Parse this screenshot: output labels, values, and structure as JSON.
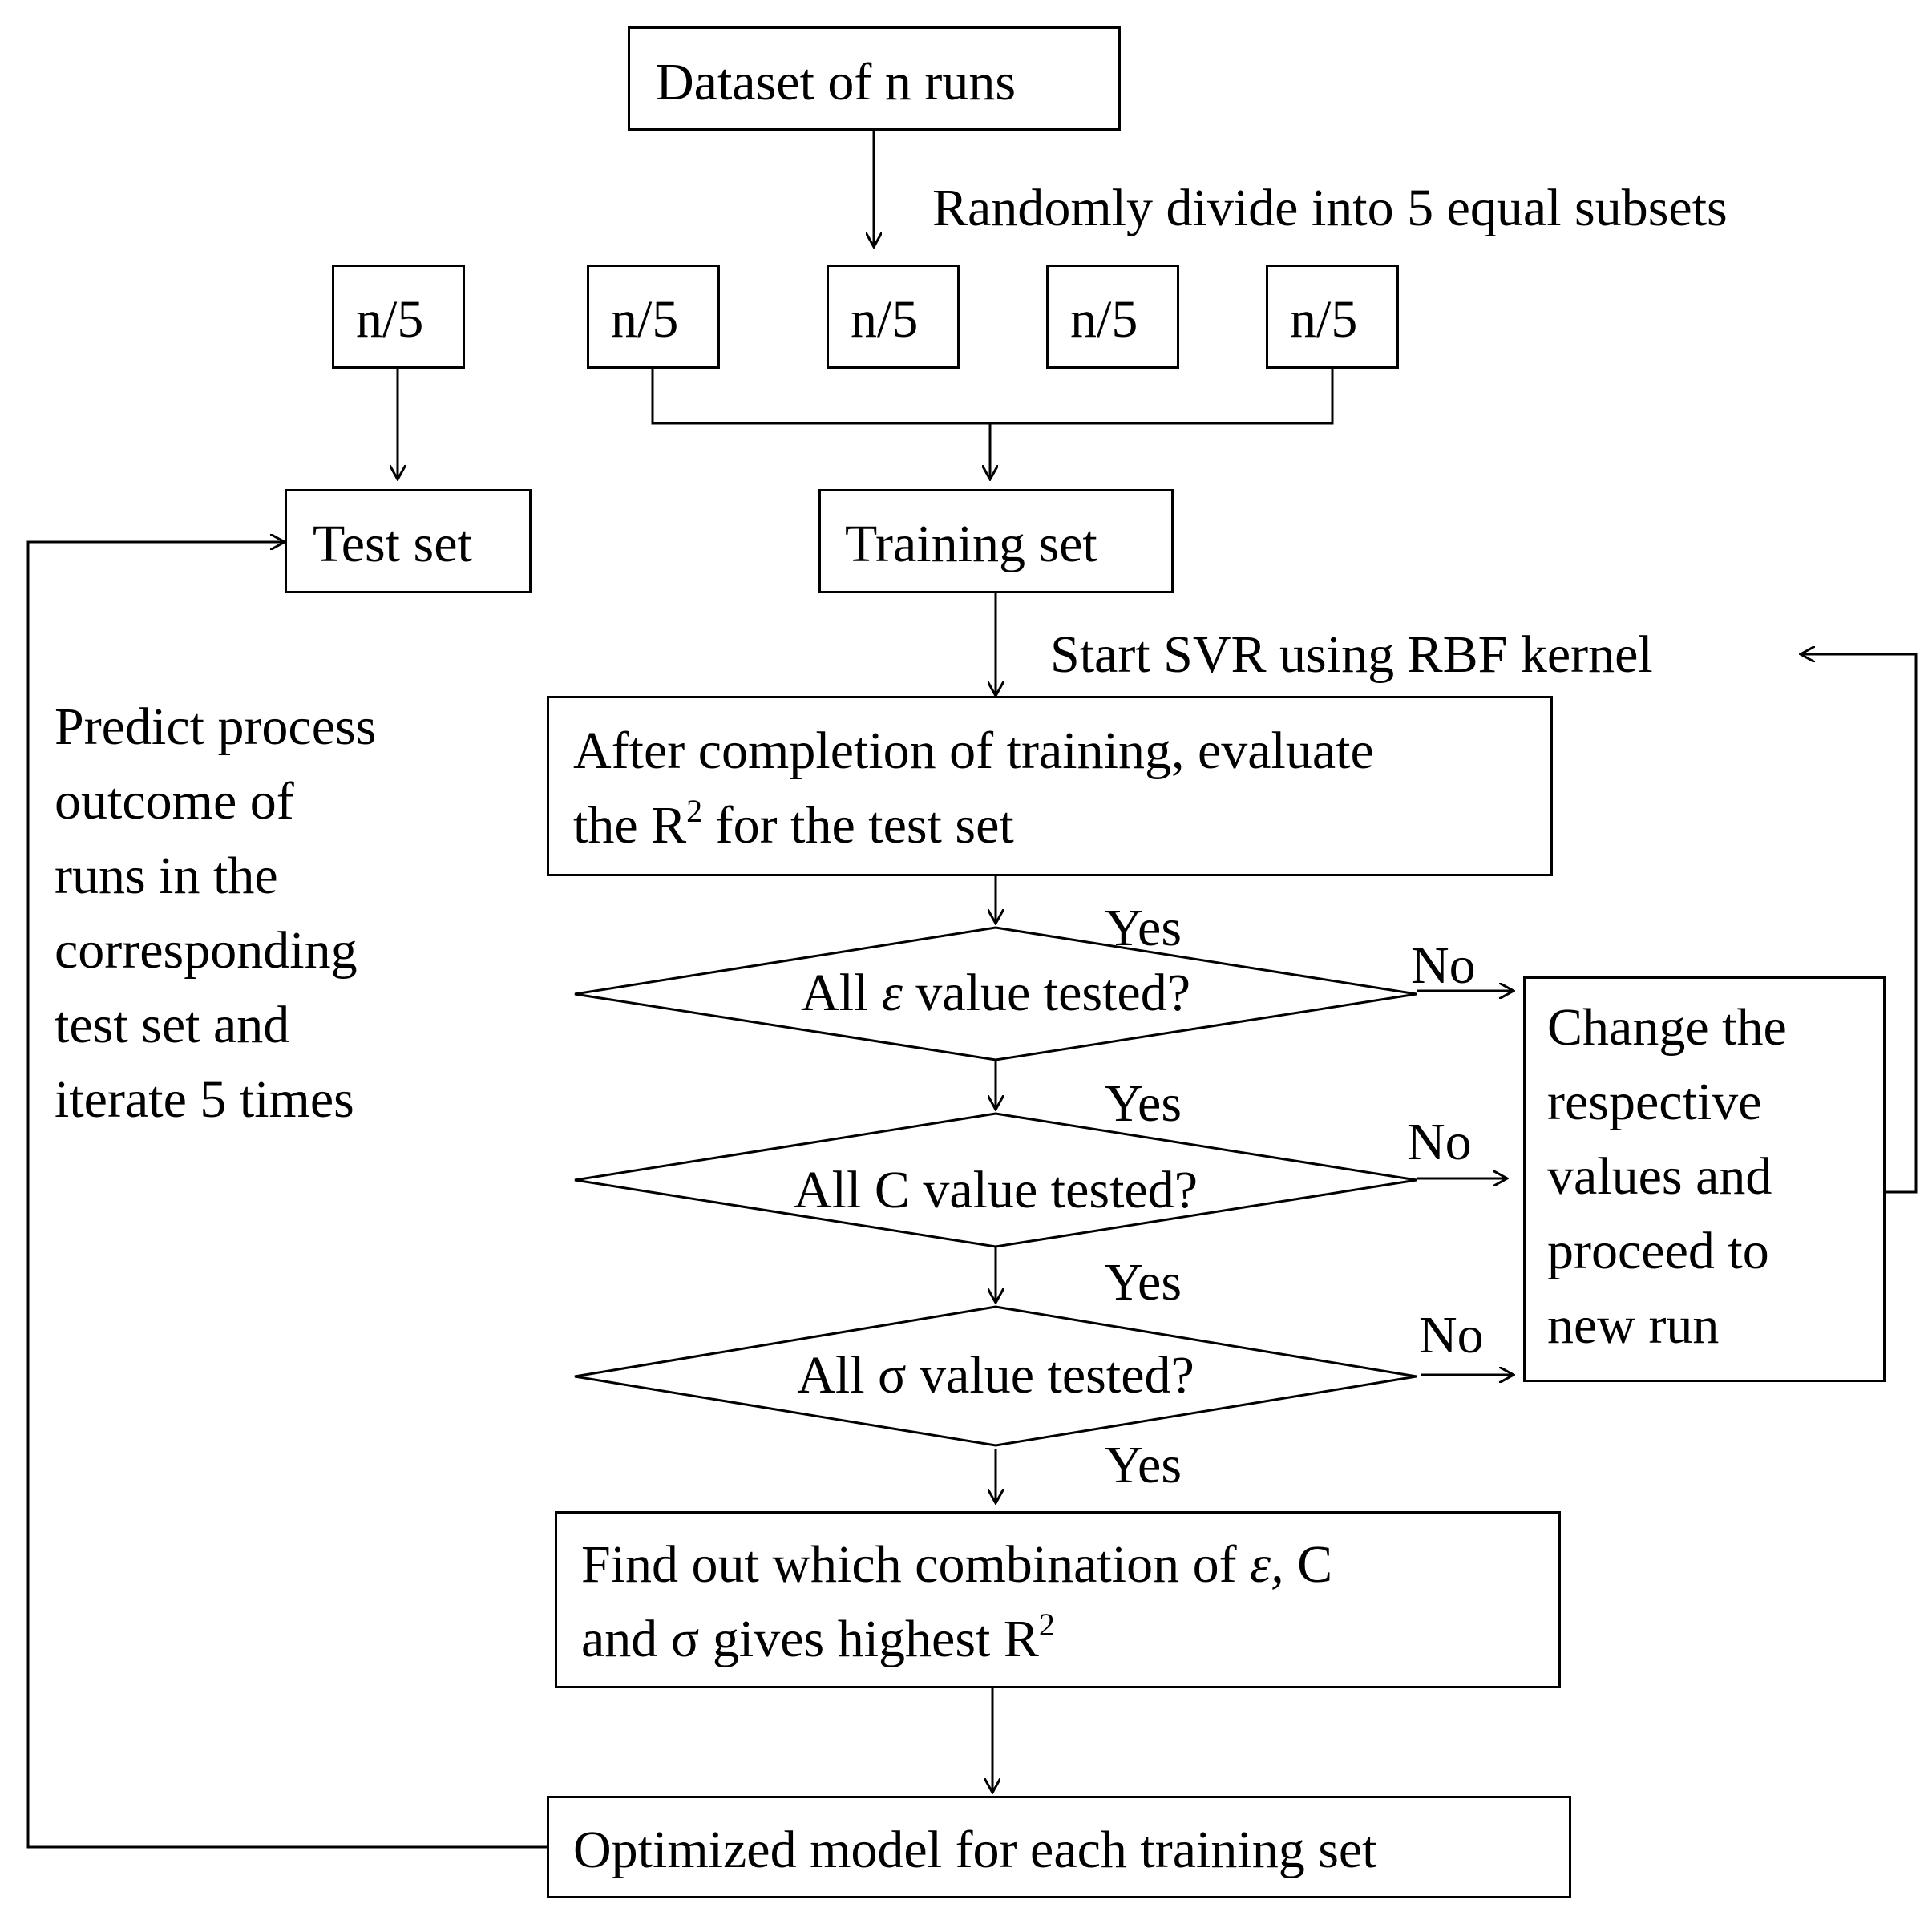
{
  "dataset": "Dataset of n runs",
  "divide_note": "Randomly divide into 5 equal subsets",
  "subsets": [
    "n/5",
    "n/5",
    "n/5",
    "n/5",
    "n/5"
  ],
  "test_set": "Test set",
  "training_set": "Training set",
  "start_svr": "Start SVR using RBF kernel",
  "evaluate": {
    "line1": "After completion of training, evaluate",
    "line2_pre": "the R",
    "line2_sup": "2",
    "line2_post": " for the test set"
  },
  "decisions": [
    {
      "pre": "All ",
      "symbol": "ε",
      "post": " value tested?"
    },
    {
      "pre": "All ",
      "symbol": "C",
      "post": " value tested?"
    },
    {
      "pre": "All ",
      "symbol": "σ",
      "post": " value tested?"
    }
  ],
  "yes_label": "Yes",
  "no_label": "No",
  "change_box": [
    "Change the",
    "respective",
    "values and",
    "proceed to",
    "new run"
  ],
  "find_box": {
    "line1_pre": "Find out which combination of ",
    "line1_eps": "ε,",
    "line1_post": " C",
    "line2_pre": "and σ gives highest R",
    "line2_sup": "2"
  },
  "optimized": "Optimized model for each training set",
  "predict_note": [
    "Predict process",
    "outcome of",
    "runs in the",
    "corresponding",
    "test set and",
    "iterate 5 times"
  ]
}
